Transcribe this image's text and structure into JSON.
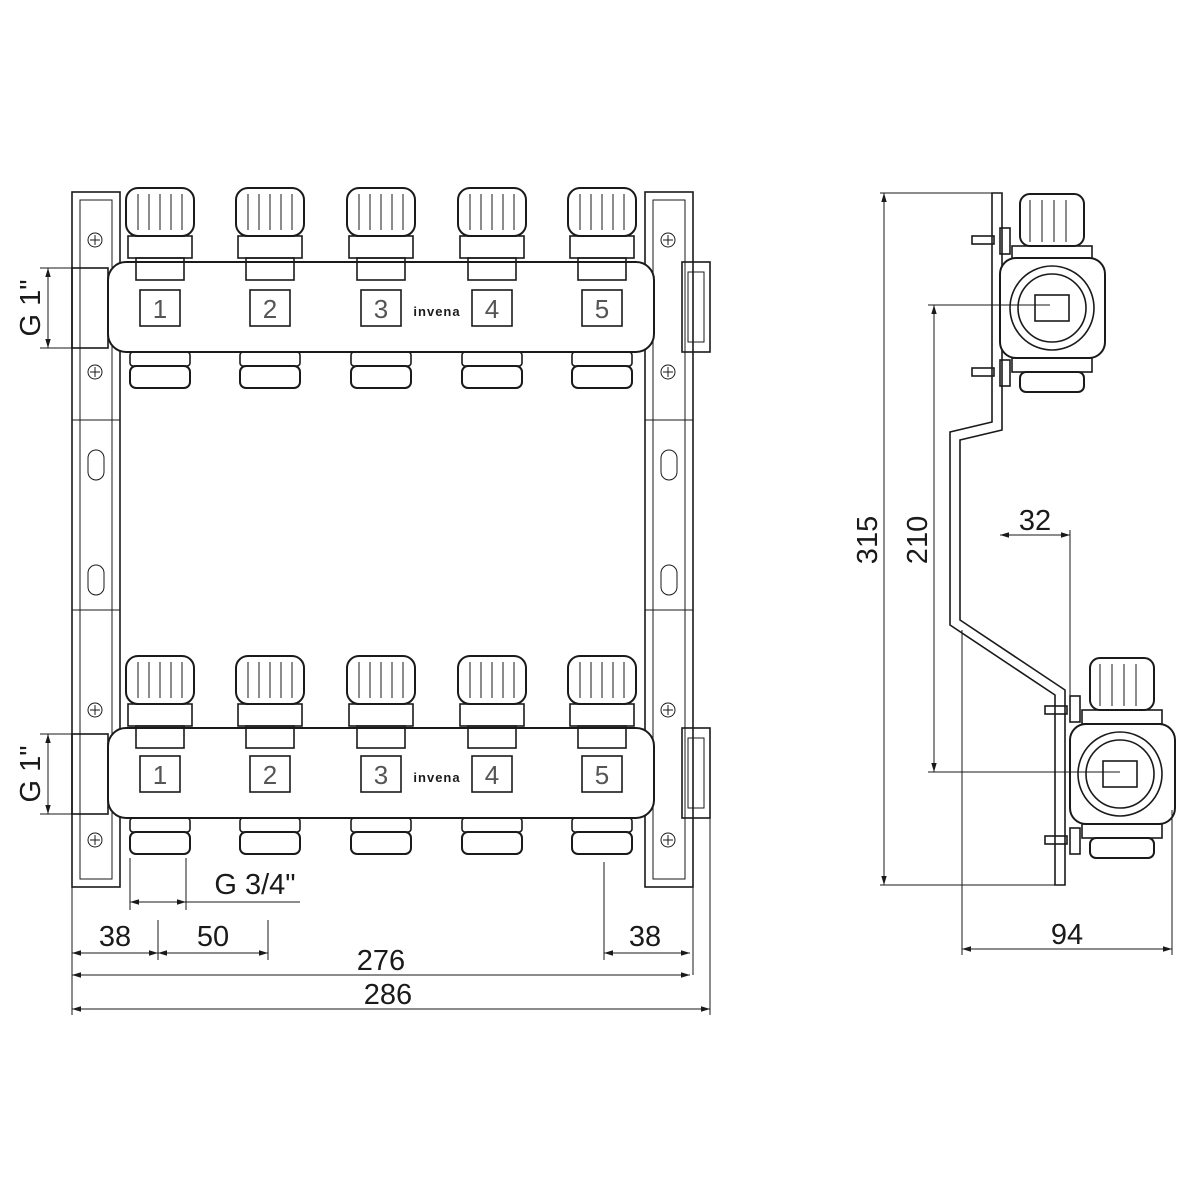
{
  "brand": "invena",
  "front_view": {
    "ports_top": [
      "1",
      "2",
      "3",
      "4",
      "5"
    ],
    "ports_bottom": [
      "1",
      "2",
      "3",
      "4",
      "5"
    ],
    "thread_left_top": "G 1\"",
    "thread_left_bottom": "G 1\"",
    "outlet_thread": "G 3/4\""
  },
  "dimensions": {
    "left_offset": "38",
    "spacing": "50",
    "right_offset": "38",
    "inner_width": "276",
    "overall_width": "286",
    "overall_height": "315",
    "axis_distance": "210",
    "offset_depth": "32",
    "depth": "94"
  },
  "colors": {
    "line": "#1a1a1a",
    "label_gray": "#555555"
  }
}
